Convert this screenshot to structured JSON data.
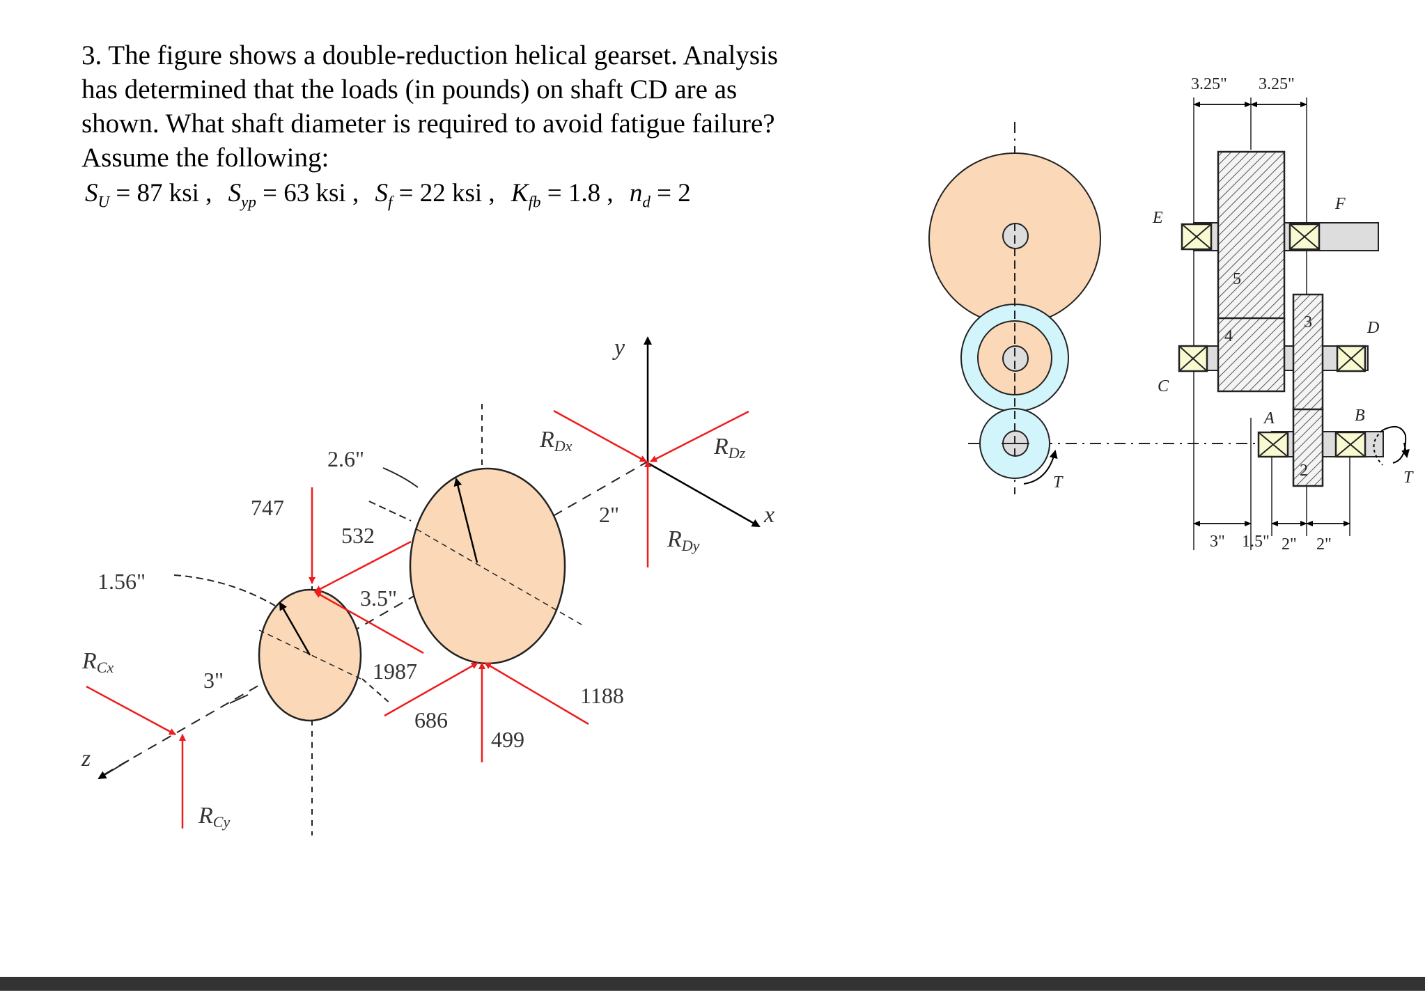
{
  "problem": {
    "line1": "3. The figure shows a double-reduction helical gearset.  Analysis",
    "line2": "has determined that the loads (in pounds) on shaft CD are as",
    "line3": "shown. What shaft diameter is required to avoid fatigue failure?",
    "line4": "Assume the following:"
  },
  "givens": [
    {
      "sym": "S",
      "sub": "U",
      "rest": " = 87 ksi",
      "sep": ","
    },
    {
      "sym": "S",
      "sub": "yp",
      "rest": " = 63 ksi",
      "sep": ","
    },
    {
      "sym": "S",
      "sub": "f",
      "rest": " = 22 ksi",
      "sep": ","
    },
    {
      "sym": "K",
      "sub": "fb",
      "rest": " = 1.8",
      "sep": ","
    },
    {
      "sym": "n",
      "sub": "d",
      "rest": " = 2",
      "sep": ""
    }
  ],
  "fbd": {
    "dim_1_56": "1.56\"",
    "dim_2_6": "2.6\"",
    "dim_3_5": "3.5\"",
    "dim_3": "3\"",
    "dim_2": "2\"",
    "load_747": "747",
    "load_532": "532",
    "load_1987": "1987",
    "load_686": "686",
    "load_499": "499",
    "load_1188": "1188",
    "rcx": "R",
    "rcx_sub": "Cx",
    "rcy": "R",
    "rcy_sub": "Cy",
    "rdx": "R",
    "rdx_sub": "Dx",
    "rdy": "R",
    "rdy_sub": "Dy",
    "rdz": "R",
    "rdz_sub": "Dz",
    "axis_x": "x",
    "axis_y": "y",
    "axis_z": "z"
  },
  "gearset": {
    "top_dim_left": "3.25\"",
    "top_dim_right": "3.25\"",
    "bottom_dims": [
      "3\"",
      "1.5\"",
      "2\"",
      "2\""
    ],
    "bearing_E": "E",
    "bearing_F": "F",
    "bearing_C": "C",
    "bearing_D": "D",
    "bearing_A": "A",
    "bearing_B": "B",
    "gear_5": "5",
    "gear_4": "4",
    "gear_3": "3",
    "gear_2": "2",
    "torque_left": "T",
    "torque_right": "T"
  },
  "colors": {
    "gear_fill": "#fbd9b8",
    "pinion_ring": "#d2f4fb",
    "bearing_fill": "#fafad2",
    "force": "#ee1c1c",
    "shaft_fill": "#dddddd"
  }
}
